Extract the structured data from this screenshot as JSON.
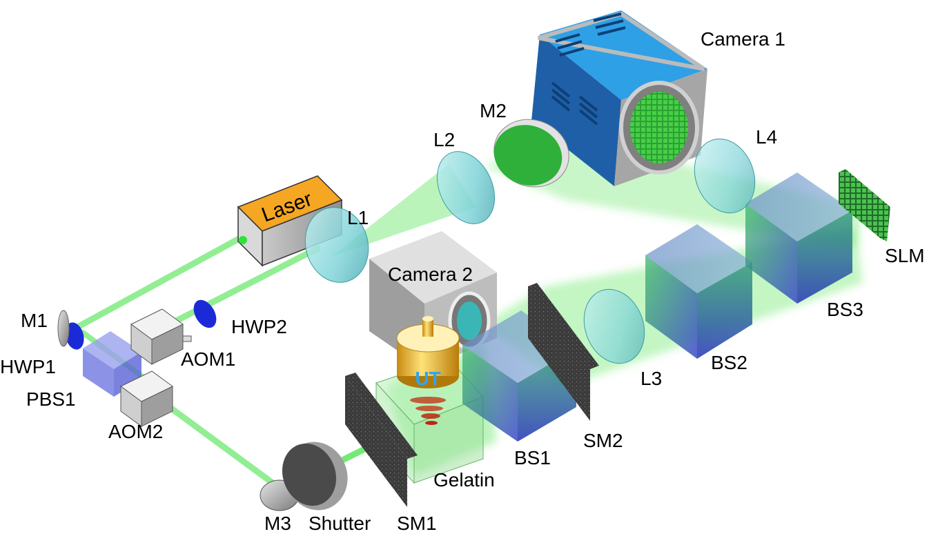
{
  "labels": {
    "camera1": "Camera 1",
    "camera2": "Camera 2",
    "laser": "Laser",
    "m1": "M1",
    "m2": "M2",
    "m3": "M3",
    "l1": "L1",
    "l2": "L2",
    "l3": "L3",
    "l4": "L4",
    "hwp1": "HWP1",
    "hwp2": "HWP2",
    "pbs1": "PBS1",
    "aom1": "AOM1",
    "aom2": "AOM2",
    "ut": "UT",
    "bs1": "BS1",
    "bs2": "BS2",
    "bs3": "BS3",
    "sm1": "SM1",
    "sm2": "SM2",
    "slm": "SLM",
    "shutter": "Shutter",
    "gelatin": "Gelatin"
  },
  "colors": {
    "beam": "#39e03a",
    "camera1_body": "#2ea0e6",
    "laser_top": "#f5a623",
    "waveplate": "#1a2ad6",
    "pbs": "#7f86e8",
    "lens": "#9fe3e6",
    "ut_text": "#2aa6f0"
  }
}
